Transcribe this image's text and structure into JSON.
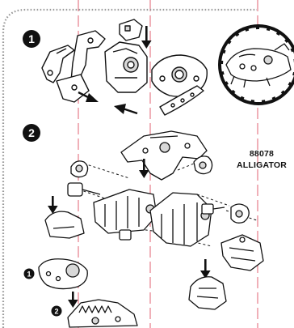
{
  "steps": {
    "step1": "1",
    "step2": "2",
    "substep1": "1",
    "substep2": "2"
  },
  "model": {
    "number": "88078",
    "name": "ALLIGATOR"
  },
  "colors": {
    "ink": "#111111",
    "guide_line": "#e06070",
    "dotted_border": "#9a9a9a",
    "part_fill": "#ffffff",
    "part_shade": "#d8d8d8"
  }
}
